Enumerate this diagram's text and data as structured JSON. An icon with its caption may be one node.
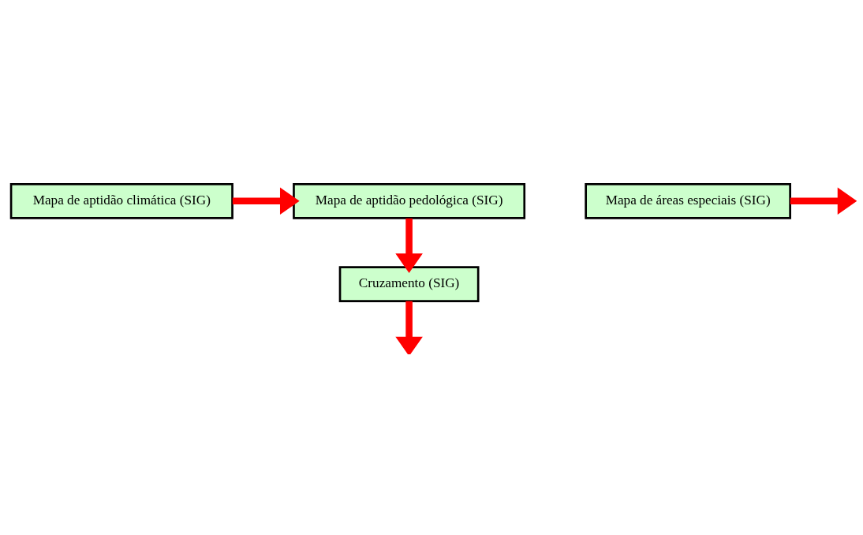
{
  "diagram": {
    "nodes": [
      {
        "text": [
          "Mapa de aptidão climática (SIG)"
        ]
      },
      {
        "text": [
          "Mapa de aptidão pedológica (SIG)"
        ]
      },
      {
        "text": [
          "Cruzamento (SIG)"
        ]
      },
      {
        "text": [
          "Mapa de áreas especiais (SIG)"
        ]
      }
    ],
    "edges": [
      {
        "from": 0,
        "to": 1,
        "arrow": "to"
      },
      {
        "from": 1,
        "to": 2,
        "arrow": "to"
      },
      {
        "from": 2,
        "to": null,
        "arrow": "to"
      },
      {
        "from": 3,
        "to": null,
        "arrow": "to"
      }
    ]
  }
}
